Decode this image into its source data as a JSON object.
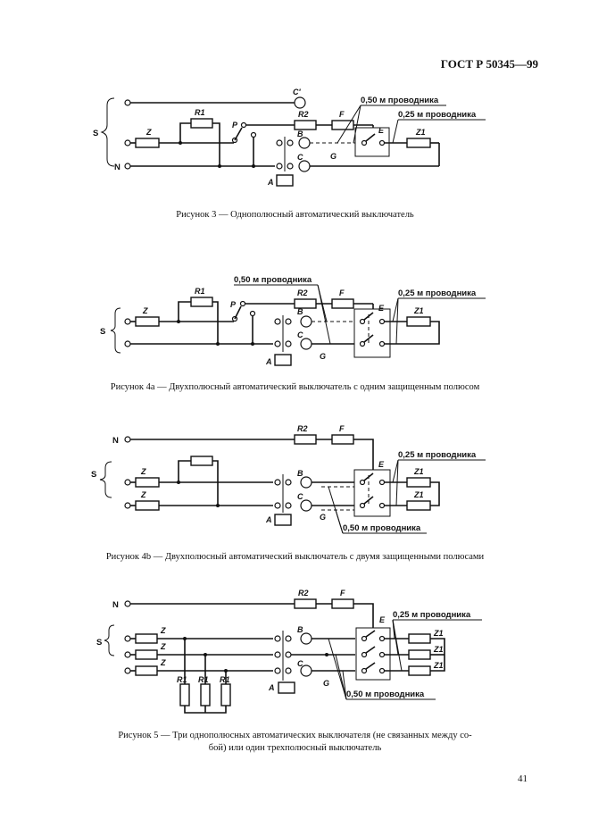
{
  "header": "ГОСТ Р 50345—99",
  "page_number": "41",
  "labels": {
    "S": "S",
    "N": "N",
    "Z": "Z",
    "Z1": "Z1",
    "R1": "R1",
    "R2": "R2",
    "F": "F",
    "P": "P",
    "A": "A",
    "B": "B",
    "C": "C",
    "C1": "C'",
    "E": "E",
    "G": "G"
  },
  "notes": {
    "len050": "0,50 м проводника",
    "len025": "0,25 м проводника"
  },
  "captions": {
    "fig3": "Рисунок 3 — Однополюсный автоматический выключатель",
    "fig4a": "Рисунок 4а — Двухполюсный автоматический выключатель с одним защищенным полюсом",
    "fig4b": "Рисунок 4b — Двухполюсный автоматический выключатель с двумя защищенными полюсами",
    "fig5_line1": "Рисунок 5 — Три однополюсных автоматических выключателя (не связанных между со-",
    "fig5_line2": "бой) или один трехполюсный выключатель"
  }
}
